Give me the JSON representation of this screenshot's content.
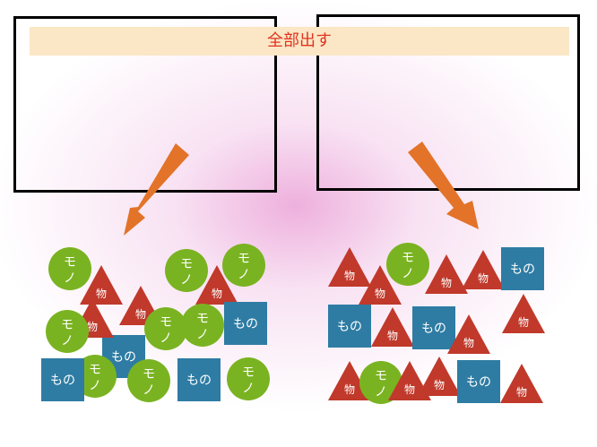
{
  "banner": {
    "text": "全部出す"
  },
  "labels": {
    "circle_top": "モ",
    "circle_bottom": "ノ",
    "triangle": "物",
    "square": "もの"
  },
  "colors": {
    "circle": "#7ab321",
    "triangle": "#c0392b",
    "square": "#2e7ca3",
    "arrow": "#e27329",
    "banner_bg": "#fbe7c6",
    "banner_text": "#e2331f"
  }
}
